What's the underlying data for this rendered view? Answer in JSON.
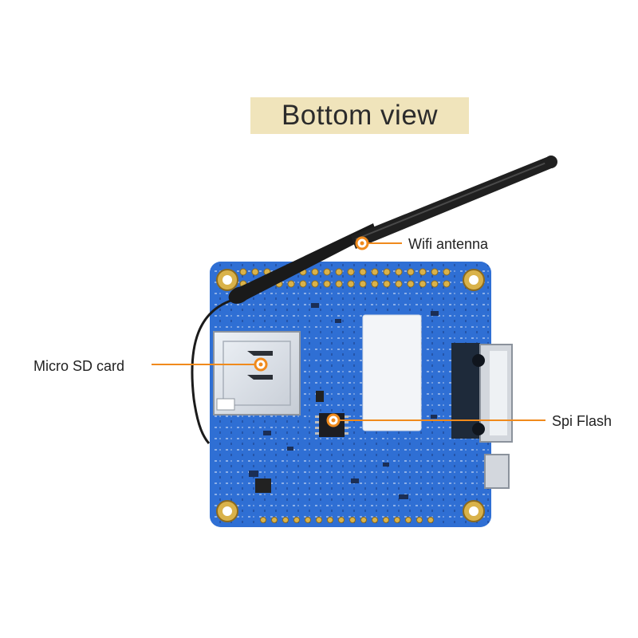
{
  "title": "Bottom view",
  "callouts": {
    "wifi_antenna": "Wifi antenna",
    "micro_sd_card": "Micro SD card",
    "spi_flash": "Spi Flash"
  },
  "colors": {
    "title_background": "#f0e4bb",
    "board_blue": "#2f6fd4",
    "callout_orange": "#f08a1c",
    "gold_pad": "#d9b24a"
  }
}
